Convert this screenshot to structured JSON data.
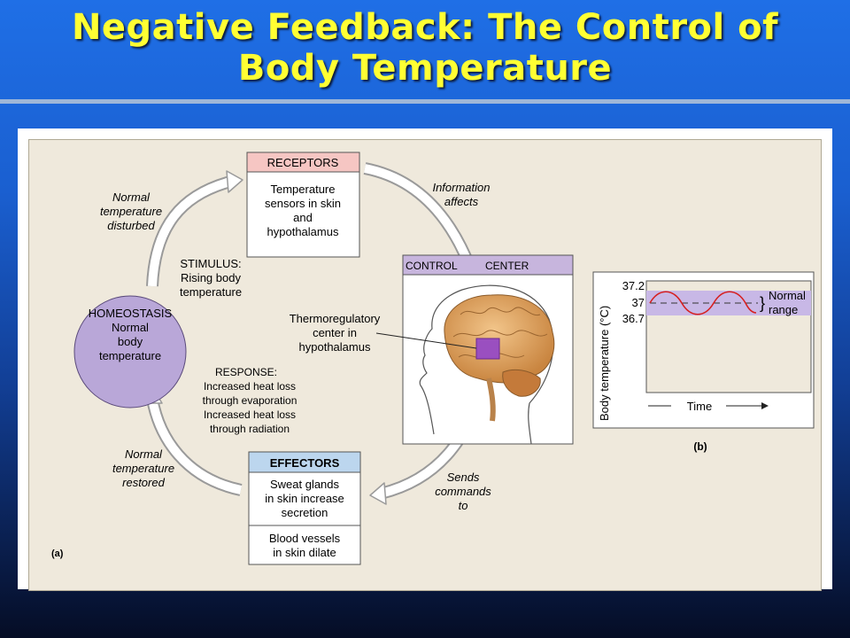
{
  "title": {
    "line1": "Negative Feedback: The Control of",
    "line2": "Body Temperature"
  },
  "diagram_a": {
    "label": "(a)",
    "receptors": {
      "header": "RECEPTORS",
      "body": [
        "Temperature",
        "sensors in skin",
        "and",
        "hypothalamus"
      ]
    },
    "control_center": {
      "header_left": "CONTROL",
      "header_right": "CENTER"
    },
    "effectors": {
      "header": "EFFECTORS",
      "body1": [
        "Sweat glands",
        "in skin increase",
        "secretion"
      ],
      "body2": [
        "Blood vessels",
        "in skin dilate"
      ]
    },
    "homeostasis": [
      "HOMEOSTASIS",
      "Normal",
      "body",
      "temperature"
    ],
    "normal_disturbed": [
      "Normal",
      "temperature",
      "disturbed"
    ],
    "stimulus": [
      "STIMULUS:",
      "Rising body",
      "temperature"
    ],
    "information_affects": [
      "Information",
      "affects"
    ],
    "thermoregulatory": [
      "Thermoregulatory",
      "center in",
      "hypothalamus"
    ],
    "response": [
      "RESPONSE:",
      "Increased heat loss",
      "through evaporation",
      "Increased heat loss",
      "through radiation"
    ],
    "normal_restored": [
      "Normal",
      "temperature",
      "restored"
    ],
    "sends_commands": [
      "Sends",
      "commands",
      "to"
    ]
  },
  "graph_b": {
    "label": "(b)",
    "ylabel": "Body temperature (°C)",
    "xlabel": "Time",
    "ticks": [
      "37.2",
      "37",
      "36.7"
    ],
    "range_label": [
      "Normal",
      "range"
    ],
    "curve_color": "#d62020",
    "band_color": "#c8b8e6"
  },
  "colors": {
    "receptors_header": "#f6c6c3",
    "control_header": "#c7b5dd",
    "effectors_header": "#bcd6ee",
    "homeostasis_fill": "#b9a7d8",
    "center_marker": "#9a4fc0"
  }
}
